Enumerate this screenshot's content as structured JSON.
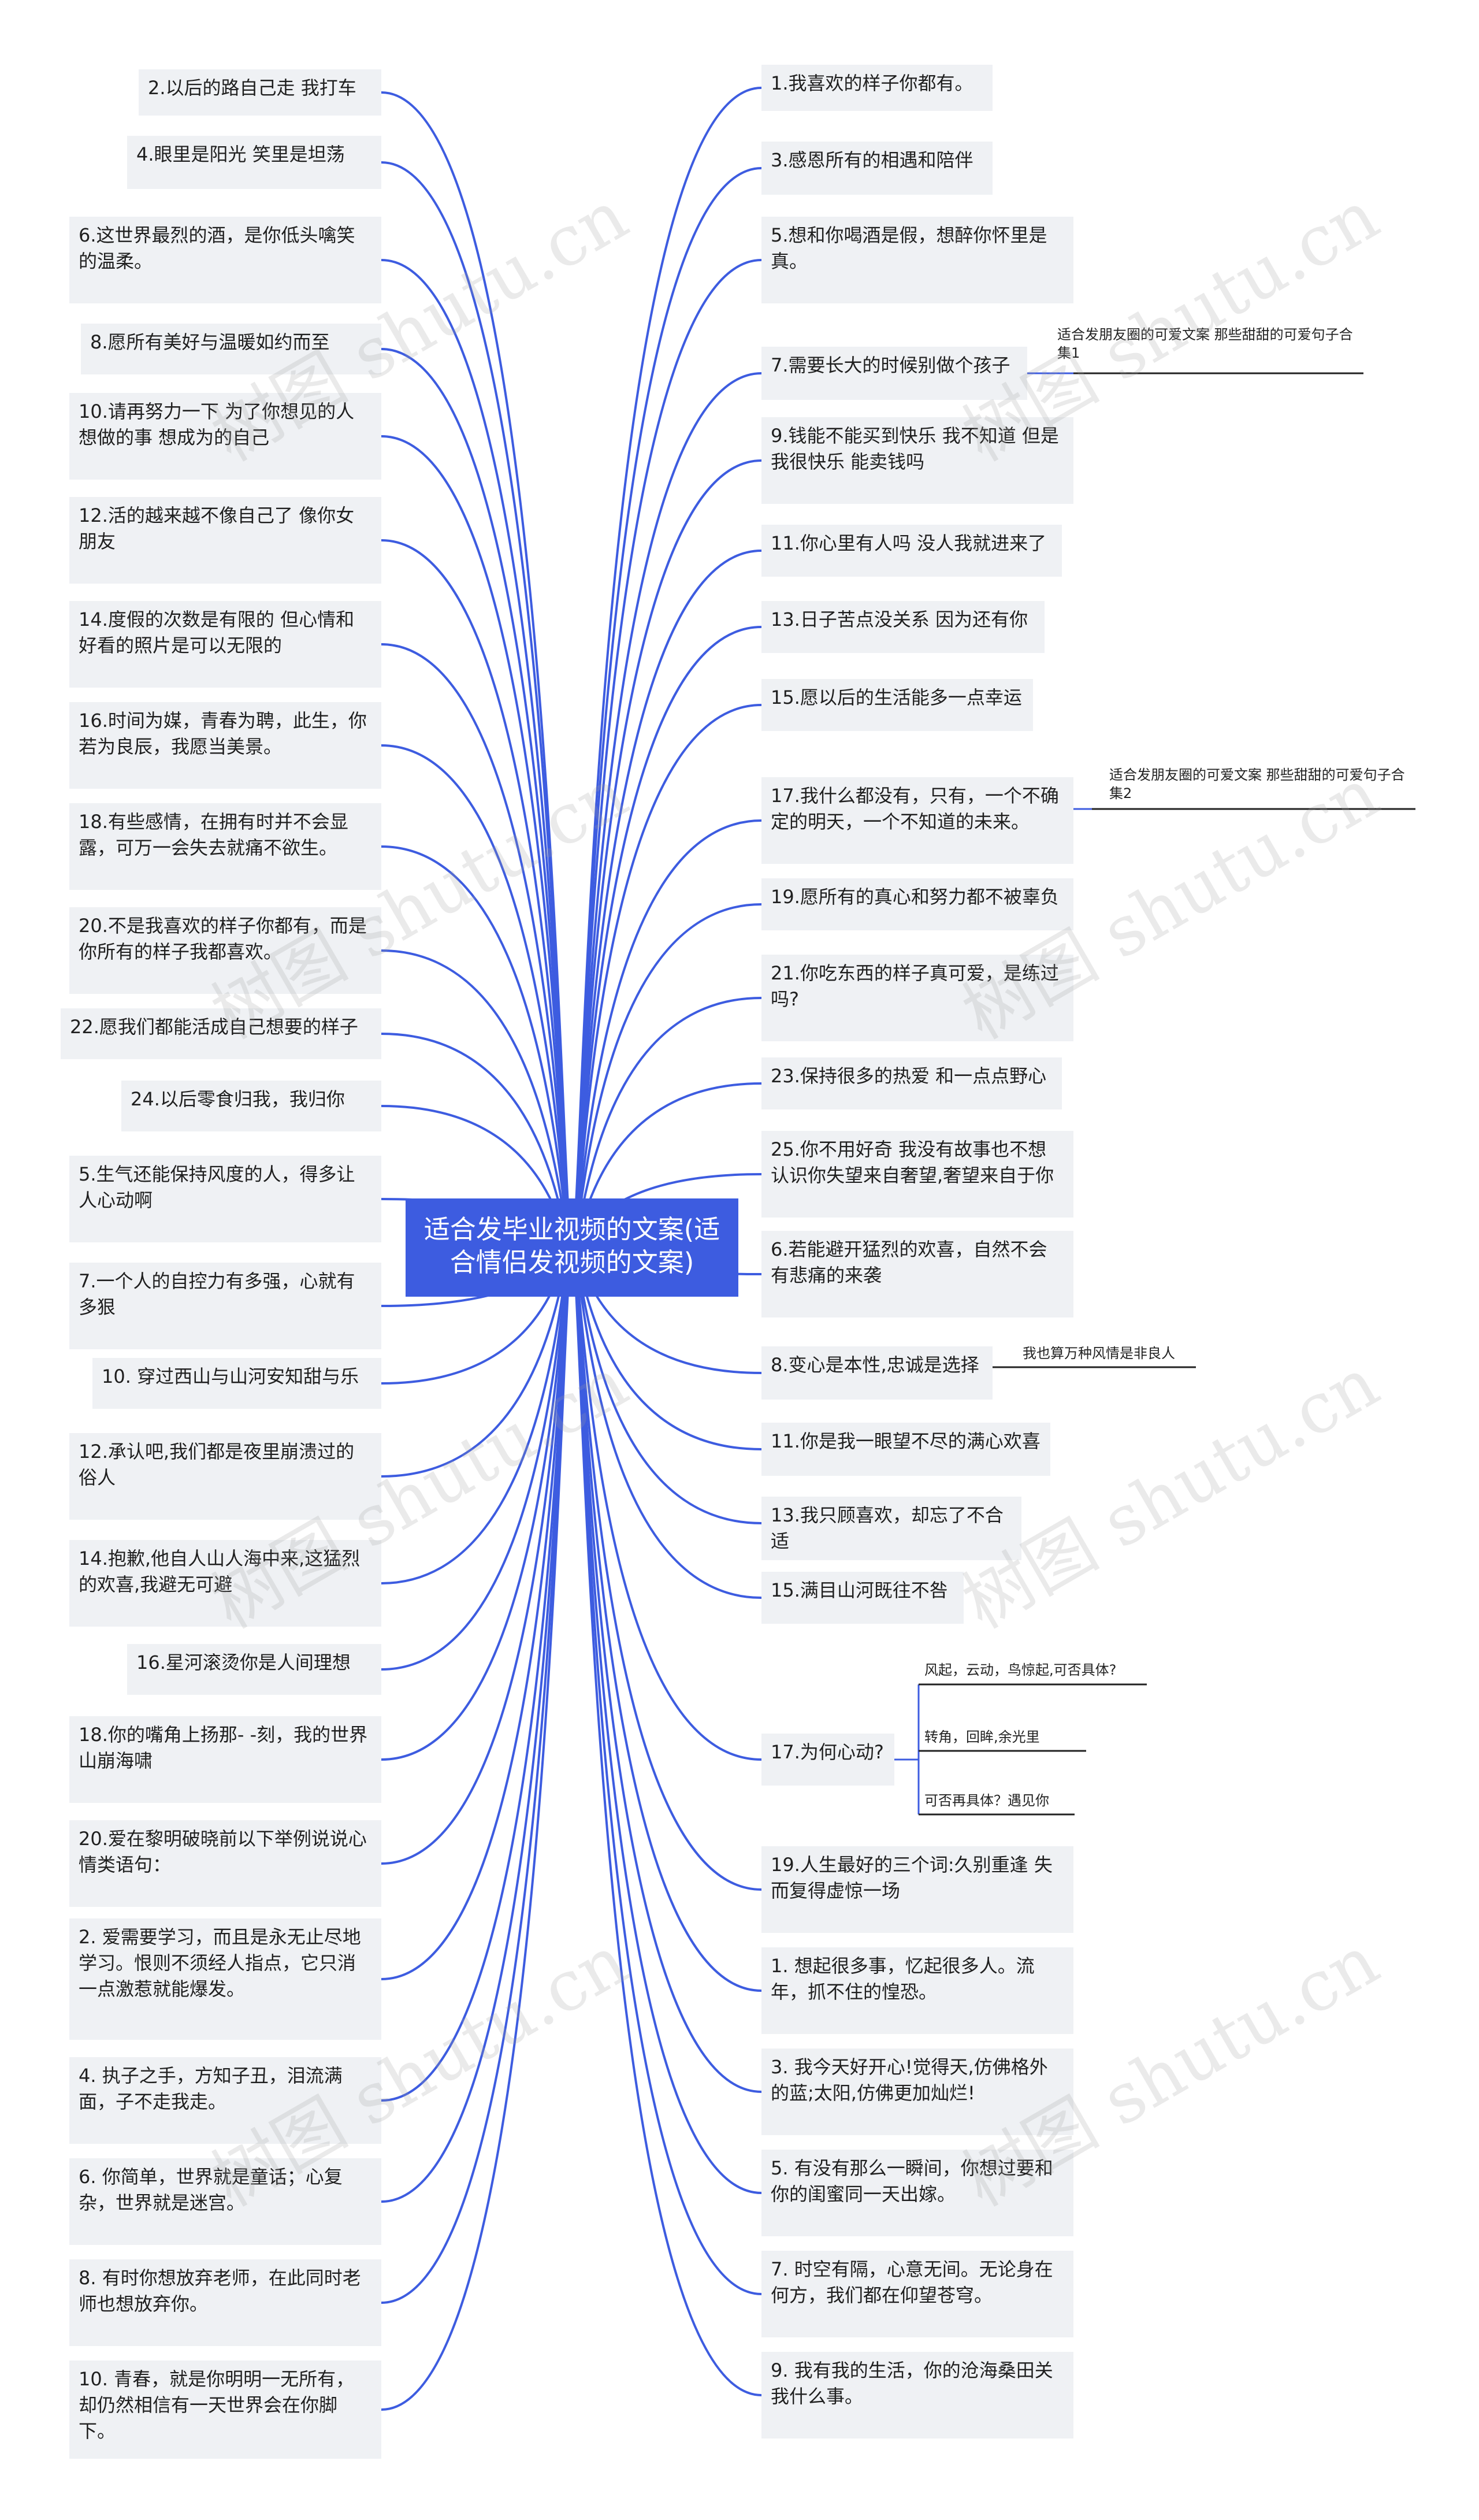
{
  "root": "适合发毕业视频的文案(适合情侣发视频的文案)",
  "left": [
    "2.以后的路自己走 我打车",
    "4.眼里是阳光 笑里是坦荡",
    "6.这世界最烈的酒，是你低头噙笑的温柔。",
    "8.愿所有美好与温暖如约而至",
    "10.请再努力一下 为了你想见的人 想做的事 想成为的自己",
    "12.活的越来越不像自己了 像你女朋友",
    "14.度假的次数是有限的 但心情和好看的照片是可以无限的",
    "16.时间为媒，青春为聘，此生，你若为良辰，我愿当美景。",
    "18.有些感情，在拥有时并不会显露，可万一会失去就痛不欲生。",
    "20.不是我喜欢的样子你都有，而是你所有的样子我都喜欢。",
    "22.愿我们都能活成自己想要的样子",
    "24.以后零食归我，我归你",
    "5.生气还能保持风度的人，得多让人心动啊",
    "7.一个人的自控力有多强，心就有多狠",
    "10. 穿过西山与山河安知甜与乐",
    "12.承认吧,我们都是夜里崩溃过的俗人",
    "14.抱歉,他自人山人海中来,这猛烈的欢喜,我避无可避",
    "16.星河滚烫你是人间理想",
    "18.你的嘴角上扬那- -刻，我的世界山崩海啸",
    "20.爱在黎明破晓前以下举例说说心情类语句：",
    "2. 爱需要学习，而且是永无止尽地学习。恨则不须经人指点，它只消一点激惹就能爆发。",
    "4. 执子之手，方知子丑，泪流满面，子不走我走。",
    "6. 你简单，世界就是童话；心复杂，世界就是迷宫。",
    "8. 有时你想放弃老师，在此同时老师也想放弃你。",
    "10. 青春，就是你明明一无所有，却仍然相信有一天世界会在你脚下。"
  ],
  "right": [
    "1.我喜欢的样子你都有。",
    "3.感恩所有的相遇和陪伴",
    "5.想和你喝酒是假，想醉你怀里是真。",
    "7.需要长大的时候别做个孩子",
    "9.钱能不能买到快乐 我不知道 但是我很快乐 能卖钱吗",
    "11.你心里有人吗 没人我就进来了",
    "13.日子苦点没关系 因为还有你",
    "15.愿以后的生活能多一点幸运",
    "17.我什么都没有，只有，一个不确定的明天，一个不知道的未来。",
    "19.愿所有的真心和努力都不被辜负",
    "21.你吃东西的样子真可爱，是练过吗?",
    "23.保持很多的热爱 和一点点野心",
    "25.你不用好奇 我没有故事也不想认识你失望来自奢望,奢望来自于你",
    "6.若能避开猛烈的欢喜，自然不会有悲痛的来袭",
    "8.变心是本性,忠诚是选择",
    "11.你是我一眼望不尽的满心欢喜",
    "13.我只顾喜欢，却忘了不合适",
    "15.满目山河既往不咎",
    "17.为何心动?",
    "19.人生最好的三个词:久别重逢 失而复得虚惊一场",
    "1. 想起很多事，忆起很多人。流年，抓不住的惶恐。",
    "3. 我今天好开心!觉得天,仿佛格外的蓝;太阳,仿佛更加灿烂!",
    "5. 有没有那么一瞬间，你想过要和你的闺蜜同一天出嫁。",
    "7. 时空有隔，心意无间。无论身在何方，我们都在仰望苍穹。",
    "9. 我有我的生活，你的沧海桑田关我什么事。"
  ],
  "notes": {
    "r3": "适合发朋友圈的可爱文案 那些甜甜的可爱句子合集1",
    "r8": "适合发朋友圈的可爱文案 那些甜甜的可爱句子合集2",
    "r14": "我也算万种风情是非良人",
    "r18": [
      "风起，云动，鸟惊起,可否具体?",
      "转角，回眸,余光里",
      "可否再具体？遇见你"
    ]
  },
  "watermark": "树图 shutu.cn",
  "colors": {
    "edge": "#3d5ce0",
    "root_bg": "#3d5ce0",
    "node_bg": "#eff1f4"
  }
}
